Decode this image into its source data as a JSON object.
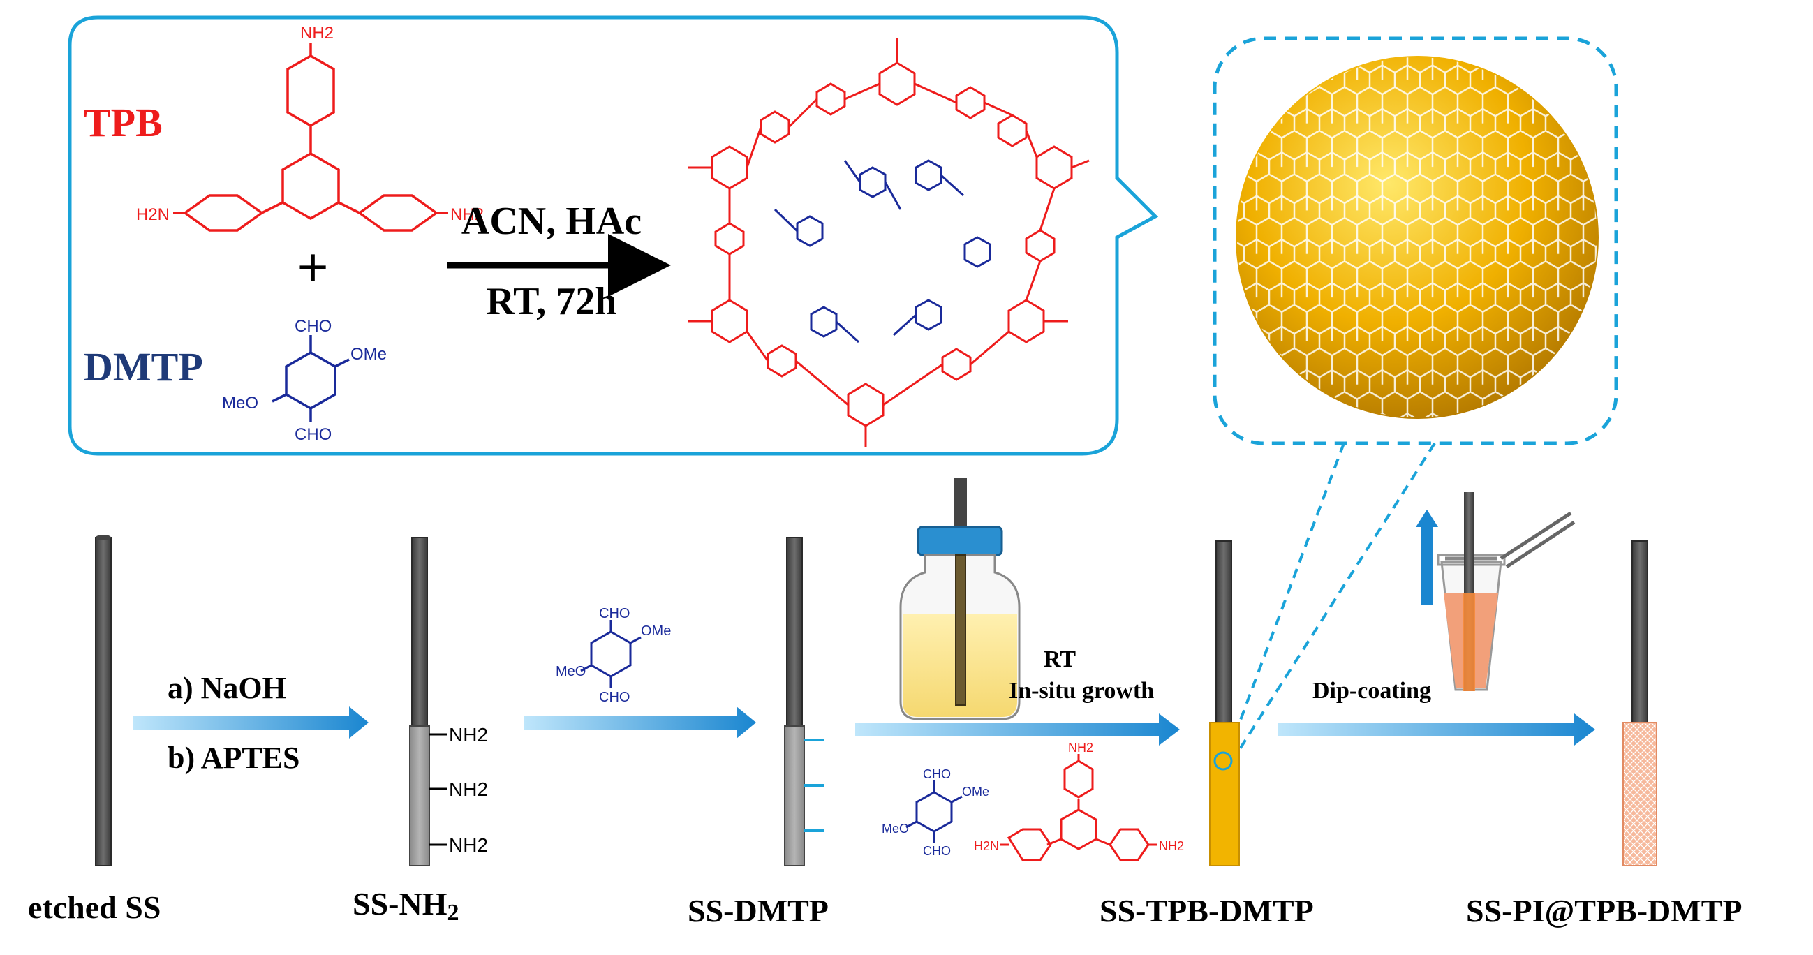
{
  "colors": {
    "red": "#ee1c1c",
    "blue": "#1a2a9a",
    "dark_blue": "#1f3a78",
    "frame": "#1aa3d9",
    "rod": "#5a5a5a",
    "gold": "#f2b400",
    "arrow_blue": "#1a86d0",
    "peach": "#f2a07a"
  },
  "reaction": {
    "monomer_a": "TPB",
    "monomer_b": "DMTP",
    "plus": "+",
    "conditions_top": "ACN, HAc",
    "conditions_bottom": "RT, 72h",
    "groups": {
      "nh2_top": "NH2",
      "nh2_left": "H2N",
      "nh2_right": "NH2",
      "cho_top": "CHO",
      "ome_right": "OMe",
      "meo_left": "MeO",
      "cho_bottom": "CHO"
    }
  },
  "steps": {
    "step1_a": "a) NaOH",
    "step1_b": "b) APTES",
    "step2_groups": {
      "cho_top": "CHO",
      "ome": "OMe",
      "meo": "MeO",
      "cho_bottom": "CHO"
    },
    "amine_label": "NH2",
    "step3_top": "RT",
    "step3_bottom": "In-situ growth",
    "step3_groups": {
      "cho_top": "CHO",
      "ome": "OMe",
      "meo": "MeO",
      "cho_bottom": "CHO",
      "nh2_top": "NH2",
      "h2n": "H2N",
      "nh2_right": "NH2"
    },
    "step4": "Dip-coating"
  },
  "labels": {
    "etched": "etched SS",
    "ss_nh2_main": "SS-NH",
    "ss_nh2_sub": "2",
    "ss_dmtp": "SS-DMTP",
    "ss_tpb_dmtp": "SS-TPB-DMTP",
    "ss_pi": "SS-PI@TPB-DMTP"
  }
}
